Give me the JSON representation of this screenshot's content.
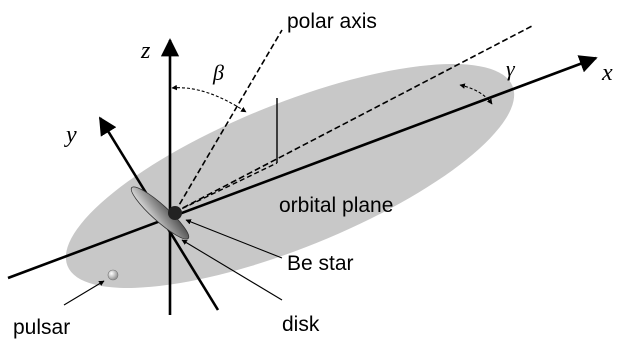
{
  "diagram": {
    "axes": {
      "x": "x",
      "y": "y",
      "z": "z"
    },
    "angles": {
      "beta": "β",
      "gamma": "γ"
    },
    "labels": {
      "polar_axis": "polar axis",
      "orbital_plane": "orbital plane",
      "be_star": "Be star",
      "disk": "disk",
      "pulsar": "pulsar"
    },
    "colors": {
      "orbital_plane_fill": "#c8c8c8",
      "line": "#000000"
    }
  }
}
